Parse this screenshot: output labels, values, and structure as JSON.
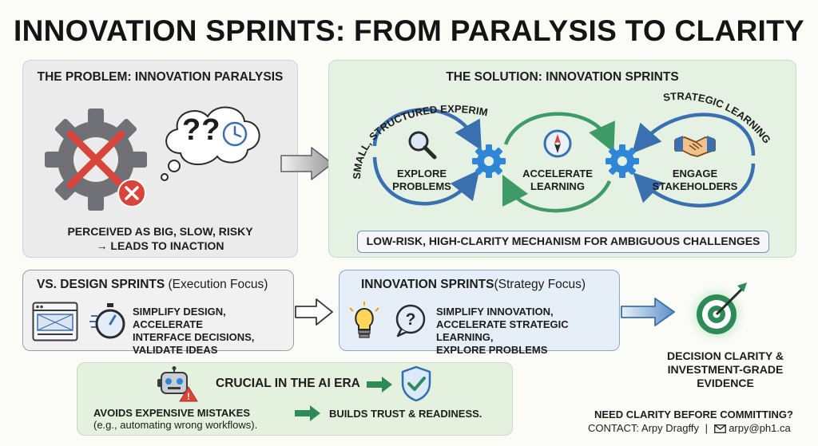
{
  "title": "INNOVATION SPRINTS: FROM PARALYSIS TO CLARITY",
  "colors": {
    "blue": "#3a6fb0",
    "green": "#3e9a66",
    "gear_blue": "#2f86d6",
    "red": "#d9443b",
    "grey_gear": "#6f7176"
  },
  "problem": {
    "heading": "THE PROBLEM: INNOVATION PARALYSIS",
    "line1": "PERCEIVED AS BIG, SLOW, RISKY",
    "line2": "→ LEADS TO INACTION",
    "thought_bubble": "??"
  },
  "solution": {
    "heading": "THE SOLUTION: INNOVATION SPRINTS",
    "arc_left": "SMALL, STRUCTURED EXPERIMENTS",
    "arc_right": "STRATEGIC LEARNING",
    "step1": [
      "EXPLORE",
      "PROBLEMS"
    ],
    "step2": [
      "ACCELERATE",
      "LEARNING"
    ],
    "step3": [
      "ENGAGE",
      "STAKEHOLDERS"
    ],
    "banner": "LOW-RISK, HIGH-CLARITY MECHANISM FOR AMBIGUOUS CHALLENGES"
  },
  "design_sprints": {
    "title_bold": "VS. DESIGN SPRINTS",
    "title_normal": "(Execution Focus)",
    "lines": [
      "SIMPLIFY DESIGN, ACCELERATE",
      "INTERFACE DECISIONS,",
      "VALIDATE IDEAS"
    ]
  },
  "innovation_sprints": {
    "title_bold": "INNOVATION SPRINTS",
    "title_normal": "(Strategy Focus)",
    "lines": [
      "SIMPLIFY INNOVATION,",
      "ACCELERATE STRATEGIC LEARNING,",
      "EXPLORE PROBLEMS"
    ]
  },
  "outcome": {
    "lines": [
      "DECISION CLARITY &",
      "INVESTMENT-GRADE",
      "EVIDENCE"
    ]
  },
  "ai_era": {
    "heading": "CRUCIAL IN THE AI ERA",
    "left_bold": "AVOIDS EXPENSIVE MISTAKES",
    "left_normal": "(e.g., automating wrong workflows).",
    "right": "BUILDS TRUST & READINESS."
  },
  "contact": {
    "question": "NEED CLARITY BEFORE COMMITTING?",
    "prefix": "CONTACT: Arpy Dragffy",
    "separator": "|",
    "email": "arpy@ph1.ca"
  }
}
